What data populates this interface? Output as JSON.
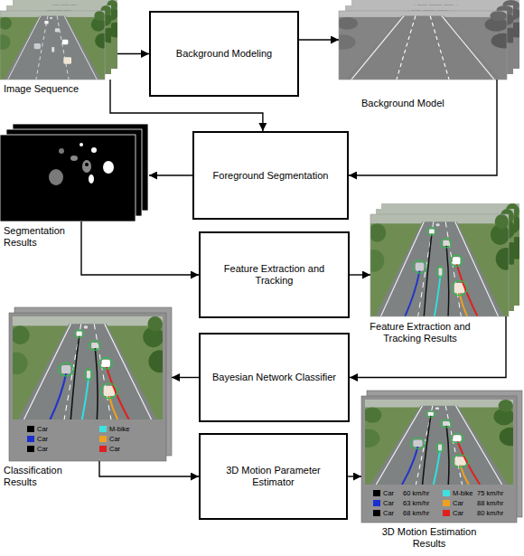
{
  "diagram": {
    "nodes": [
      {
        "text": [
          "Image Sequence"
        ]
      },
      {
        "text": [
          "Background Modeling"
        ]
      },
      {
        "text": [
          "Background Model"
        ]
      },
      {
        "text": [
          "Foreground Segmentation"
        ]
      },
      {
        "text": [
          "Segmentation Results"
        ]
      },
      {
        "text": [
          "Feature Extraction and Tracking"
        ]
      },
      {
        "text": [
          "Feature Extraction and Tracking Results"
        ]
      },
      {
        "text": [
          "Bayesian Network Classifier"
        ]
      },
      {
        "text": [
          "Classification Results"
        ]
      },
      {
        "text": [
          "3D Motion Parameter Estimator"
        ]
      },
      {
        "text": [
          "3D Motion Estimation Results"
        ]
      }
    ],
    "edges": [
      {
        "from": 0,
        "to": 1,
        "arrow": "to"
      },
      {
        "from": 1,
        "to": 2,
        "arrow": "to"
      },
      {
        "from": 0,
        "to": 3,
        "arrow": "to"
      },
      {
        "from": 2,
        "to": 3,
        "arrow": "to"
      },
      {
        "from": 3,
        "to": 4,
        "arrow": "to"
      },
      {
        "from": 4,
        "to": 5,
        "arrow": "to"
      },
      {
        "from": 5,
        "to": 6,
        "arrow": "to"
      },
      {
        "from": 6,
        "to": 7,
        "arrow": "to"
      },
      {
        "from": 7,
        "to": 8,
        "arrow": "to"
      },
      {
        "from": 8,
        "to": 9,
        "arrow": "to"
      },
      {
        "from": 9,
        "to": 10,
        "arrow": "to"
      }
    ],
    "labels": [
      "Car",
      "M-bike",
      "Car",
      "Car",
      "Car",
      "Car",
      "Car",
      "60 km/hr",
      "M-bike",
      "75 km/hr",
      "Car",
      "63 km/hr",
      "Car",
      "88 km/hr",
      "Car",
      "68 km/hr",
      "Car",
      "80 km/hr"
    ]
  }
}
